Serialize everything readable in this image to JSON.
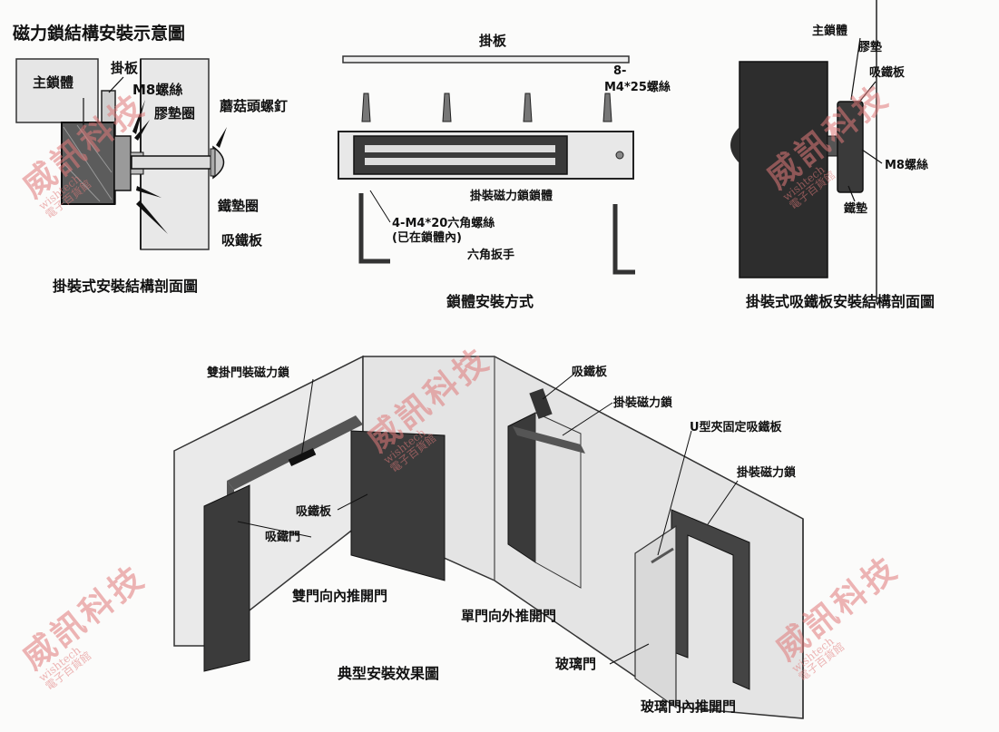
{
  "title": "磁力鎖結構安裝示意圖",
  "panel1": {
    "caption": "掛裝式安裝結構剖面圖",
    "labels": {
      "main_body": "主鎖體",
      "hanging_plate": "掛板",
      "m8_screw": "M8螺絲",
      "rubber_washer": "膠墊圈",
      "mushroom_screw": "蘑菇頭螺釘",
      "iron_washer": "鐵墊圈",
      "armature": "吸鐵板"
    }
  },
  "panel2": {
    "caption": "鎖體安裝方式",
    "labels": {
      "hanging_plate": "掛板",
      "m4_25_count": "8-",
      "m4_25": "M4*25螺絲",
      "lock_body": "掛裝磁力鎖鎖體",
      "hex_screw_1": "4-M4*20六角螺絲",
      "hex_screw_2": "(已在鎖體內)",
      "hex_wrench": "六角扳手"
    }
  },
  "panel3": {
    "caption": "掛裝式吸鐵板安裝結構剖面圖",
    "labels": {
      "main_body": "主鎖體",
      "rubber_pad": "膠墊",
      "armature": "吸鐵板",
      "m8_screw": "M8螺絲",
      "iron_pad": "鐵墊"
    }
  },
  "panel4": {
    "caption": "典型安裝效果圖",
    "labels": {
      "double_door_lock": "雙掛門裝磁力鎖",
      "armature_center": "吸鐵板",
      "armature_left": "吸鐵門",
      "double_door": "雙門向內推開門",
      "armature_top": "吸鐵板",
      "hung_lock_1": "掛裝磁力鎖",
      "single_door": "單門向外推開門",
      "u_clamp": "U型夾固定吸鐵板",
      "hung_lock_2": "掛裝磁力鎖",
      "glass_door": "玻璃門",
      "glass_inward": "玻璃門內推開門"
    }
  },
  "watermark": {
    "cn": "威訊科技",
    "en": "wishtech",
    "store": "電子百貨館"
  }
}
